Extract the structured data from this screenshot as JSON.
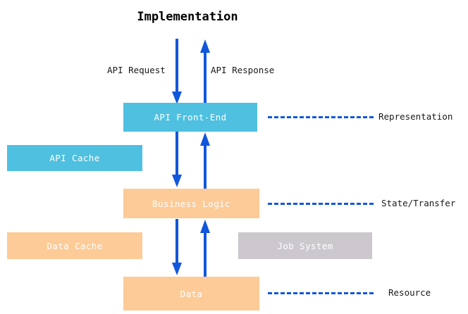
{
  "diagram": {
    "title": "Implementation",
    "accent_colors": {
      "cyan": "#4FC0E0",
      "orange": "#FCCB97",
      "gray": "#CCC8CE",
      "arrow_blue": "#1157DC",
      "box_text": "#FFFFFF",
      "label_text": "#1A1A1A",
      "background": "#FFFFFF"
    },
    "boxes": [
      {
        "id": "api-frontend",
        "label": "API Front-End",
        "color": "#4FC0E0"
      },
      {
        "id": "api-cache",
        "label": "API Cache",
        "color": "#4FC0E0"
      },
      {
        "id": "business-logic",
        "label": "Business Logic",
        "color": "#FCCB97"
      },
      {
        "id": "data-cache",
        "label": "Data Cache",
        "color": "#FCCB97"
      },
      {
        "id": "job-system",
        "label": "Job System",
        "color": "#CCC8CE"
      },
      {
        "id": "data",
        "label": "Data",
        "color": "#FCCB97"
      }
    ],
    "flow_labels": [
      {
        "id": "api-request",
        "label": "API Request",
        "direction": "down"
      },
      {
        "id": "api-response",
        "label": "API Response",
        "direction": "up"
      }
    ],
    "tier_labels": [
      {
        "id": "representation",
        "label": "Representation",
        "tier_of": "API Front-End"
      },
      {
        "id": "state-transfer",
        "label": "State/Transfer",
        "tier_of": "Business Logic"
      },
      {
        "id": "resource",
        "label": "Resource",
        "tier_of": "Data"
      }
    ],
    "arrows": [
      {
        "id": "request-into-frontend",
        "direction": "down",
        "from": "external",
        "to": "API Front-End"
      },
      {
        "id": "response-from-frontend",
        "direction": "up",
        "from": "API Front-End",
        "to": "external"
      },
      {
        "id": "frontend-to-logic",
        "direction": "down",
        "from": "API Front-End",
        "to": "Business Logic"
      },
      {
        "id": "logic-to-frontend",
        "direction": "up",
        "from": "Business Logic",
        "to": "API Front-End"
      },
      {
        "id": "logic-to-data",
        "direction": "down",
        "from": "Business Logic",
        "to": "Data"
      },
      {
        "id": "data-to-logic",
        "direction": "up",
        "from": "Data",
        "to": "Business Logic"
      }
    ]
  }
}
